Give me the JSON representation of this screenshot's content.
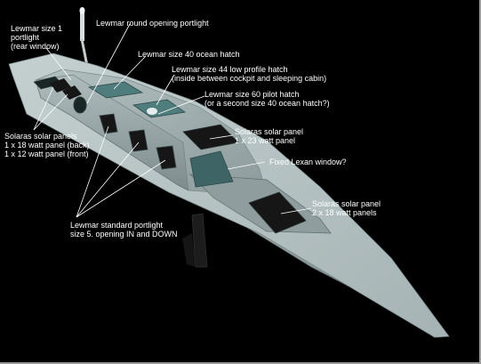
{
  "annotations": {
    "portlight_rear": "Lewmar size 1\nportlight\n(rear window)",
    "round_portlight": "Lewmar round opening portlight",
    "ocean_hatch": "Lewmar size 40 ocean hatch",
    "low_profile_hatch": "Lewmar size 44 low profile hatch\n(inside between cockpit and sleeping cabin)",
    "pilot_hatch": "Lewmar size 60 pilot hatch\n(or a second size 40 ocean hatch?)",
    "solar_panel_23": "Solaras solar panel\n1 x 23 watt panel",
    "solar_panels_back_front": "Solaras solar panels\n1 x 18 watt panel (back)\n1 x 12 watt panel (front)",
    "lexan_window": "Fixed Lexan window?",
    "solar_panel_2x18": "Solaras solar panel\n2 x 18 watt panels",
    "standard_portlight": "Lewmar standard portlight\nsize 5. opening IN and DOWN"
  },
  "colors": {
    "background": "#000000",
    "hull_light": "#b9c6c6",
    "hull_mid": "#98a7a8",
    "hull_dark": "#6d7b7c",
    "window_glass": "#1a2a2c",
    "hatch_teal": "#4f7c7d",
    "leader_lines": "#ffffff",
    "label_text": "#ffffff",
    "frame_border": "#9a9a9a"
  }
}
